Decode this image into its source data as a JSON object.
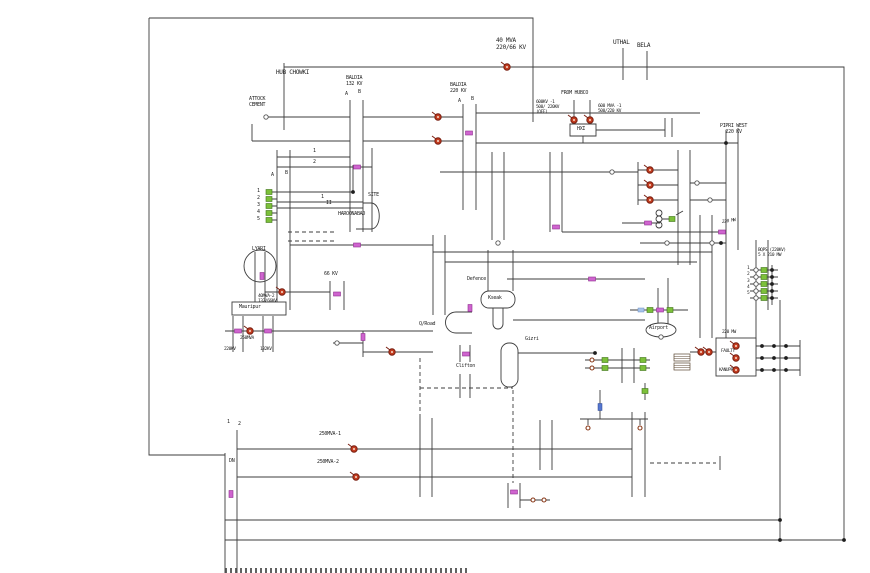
{
  "labels": {
    "mva40": "40 MVA\n220/66 KV",
    "uthal": "UTHAL",
    "bela": "BELA",
    "hub_chowki": "HUB CHOWKI",
    "baldia_132": "BALDIA\n132 KV",
    "baldia_220": "BALDIA\n220 KV",
    "attock": "ATTOCK\nCEMENT",
    "from_hubco": "FROM HUBCO",
    "hubco_unit1": "600KV -1\n500/ 220KV\n(OFF)",
    "hubco_unit2": "600 MVA -1\n500/220 KV",
    "hxi": "HXI",
    "pipri_west": "PIPRI WEST\n220 KV",
    "bus_1": "1",
    "bus_2": "2",
    "a_baldia132": "A",
    "b_baldia132": "B",
    "a_baldia220": "A",
    "b_baldia220": "B",
    "a_left": "A",
    "b_left": "B",
    "feeders_left": "1\n2\n3\n4\n5",
    "site": "SITE",
    "line_1": "1",
    "line_2": "II",
    "haroonabad": "HAROONABAD",
    "lyari": "LYARI",
    "kv66": "66 KV",
    "t40mva2": "40MVA-2\n132/66KV",
    "mauripur": "Mauripur",
    "t250mva": "250MVA",
    "kv220": "220KV",
    "kv132": "132KV",
    "defence": "Defence",
    "kseak": "Kseak",
    "qroad": "Q/Road",
    "gizri": "Gizri",
    "clifton": "Clifton",
    "airport": "Airport",
    "bqps": "BQPS (220KV)\n5 X 210 MW",
    "bqps_units": "1\n2\n3\n4\n5",
    "mw220_note": "220 MW",
    "mw220": "220 MW",
    "faulty": "FAULTY",
    "kanupp": "KANUPP",
    "n1": "1",
    "n2": "2",
    "t250mva1": "250MVA-1",
    "t250mva2": "250MVA-2",
    "dn": "DN"
  },
  "colors": {
    "line": "#3c3c3c",
    "breaker_red": "#c23a1d",
    "isolator_magenta": "#cf64cf",
    "status_green": "#7cc03a",
    "node_brown": "#8a3a1a",
    "marker_blue": "#5577d0",
    "marker_cyan": "#a8c4ea"
  }
}
